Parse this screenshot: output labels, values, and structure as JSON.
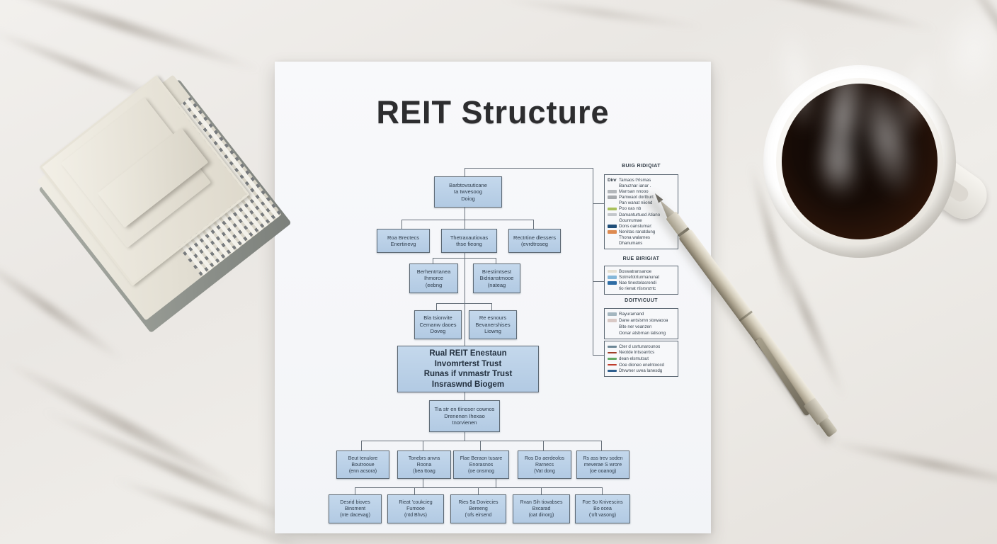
{
  "page": {
    "title": "REIT Structure"
  },
  "colors": {
    "node_fill": "#b9cfe7",
    "node_border": "#5d6974",
    "connector": "#67707a",
    "paper": "#f7f8fa",
    "marble": "#ece9e5"
  },
  "diagram": {
    "nodes": {
      "top": [
        "Barbtovsuticane",
        "ta twvesoog",
        "Doiog"
      ],
      "r2a": [
        "Roa Brectecs",
        "Enertinevg"
      ],
      "r2b": [
        "Thetraxautiovas",
        "thse fieong"
      ],
      "r2c": [
        "Rectrtine dlessers",
        "(evrdtroseg"
      ],
      "r3a": [
        "Berhentrtanea",
        "Ihmorce",
        "(eebng"
      ],
      "r3b": [
        "Brestimtsest",
        "Bidrianstmooe",
        "(nateag"
      ],
      "r4a": [
        "Bla tsionvite",
        "Cemanw daoes",
        "Doveg"
      ],
      "r4b": [
        "Re esnours",
        "Bevanershises",
        "Liowng"
      ],
      "main": [
        "Rual REIT Enestaun",
        "Invomrterst Trust",
        "Runas if vnmastr Trust",
        "Insraswnd Biogem"
      ],
      "dist": [
        "Tia str en tlinoser cownos",
        "Drenenen Ihexao",
        "tnorvienen"
      ],
      "r5a": [
        "Beut tenulore",
        "Boutrooue",
        "(enn acsora)"
      ],
      "r5b": [
        "Tonebrs anvra",
        "Roona",
        "(bea ttoag"
      ],
      "r5c": [
        "Flae Beraon tusare",
        "Enorasnos",
        "(oe onsmog"
      ],
      "r5d": [
        "Ros Do aerdeolos",
        "Rarnecs",
        "(Vat dong"
      ],
      "r5e": [
        "Rs ass trev soden",
        "meverae S wrore",
        "(oe ooanog)"
      ],
      "r6a": [
        "Desrid bioves",
        "Binsment",
        "(nte dacevag)"
      ],
      "r6b": [
        "Rieat 'coukcieg",
        "Fumooe",
        "(ntd Bhvs)"
      ],
      "r6c": [
        "Ries 5a Doviecies",
        "Bereeng",
        "('ofs eirsend"
      ],
      "r6d": [
        "Rvan Sih tiovabses",
        "Bxcarad",
        "(oat dinorg)"
      ],
      "r6e": [
        "Foe 5o Knivescins",
        "Bo ocea",
        "('oft vasong)"
      ]
    },
    "legends": [
      {
        "title": "BUIG RIDIQIAT",
        "rows": [
          {
            "prefix": "Dinr",
            "text": "Tamaos tYismas"
          },
          {
            "text": "Banuznar ianar ."
          },
          {
            "swatch": "#b3b7bb",
            "text": "Marrsan nnooo"
          },
          {
            "swatch": "#a6aaae",
            "text": "Pamwaot dortburt"
          },
          {
            "text": "Pan wanat niiond"
          },
          {
            "swatch": "#a9c05c",
            "text": "Poo oas nb"
          },
          {
            "swatch": "#c3c7cb",
            "text": "Damanturtued Atiano"
          },
          {
            "text": "Gounrumae"
          },
          {
            "swatch": "#1f4e79",
            "text": "Dons oanstumar:"
          },
          {
            "swatch": "#dd8a50",
            "text": "Nerétas ranatdung"
          },
          {
            "text": "Thona walarnes"
          },
          {
            "text": "Dhanumans"
          }
        ]
      },
      {
        "title": "RUE BIRIGIAT",
        "rows": [
          {
            "swatch": "#e6e0d2",
            "text": "Boswatransanoe"
          },
          {
            "swatch": "#85b7d9",
            "text": "Sotrrefotrturmanunat"
          },
          {
            "swatch": "#2e6da4",
            "text": "Nae tinestelasrendi"
          },
          {
            "text": "tio rienat rtisrsnzrtc"
          }
        ]
      },
      {
        "title": "DOITVICUUT",
        "rows": [
          {
            "swatch": "#a4b6bf",
            "text": "Rayuramand"
          },
          {
            "swatch": "#d9c9c5",
            "text": "Dane antsismn stowaooa"
          },
          {
            "text": "Bite ner veanzen"
          },
          {
            "text": "Oonar atsbrnan latisong"
          }
        ]
      },
      {
        "title": "",
        "rows": [
          {
            "swatch": "#6d8796",
            "text": "Cter d usrtunarounoo"
          },
          {
            "swatch": "#9e3d28",
            "text": "Neotde lntsoarrtcs"
          },
          {
            "swatch": "#63a863",
            "text": "dean elsmutsut"
          },
          {
            "swatch": "#bf3b2b",
            "text": "Ooe dioneo enelntoocd"
          },
          {
            "swatch": "#2f5f8f",
            "text": "Dtvwner uvea lanesdg"
          }
        ]
      }
    ]
  }
}
